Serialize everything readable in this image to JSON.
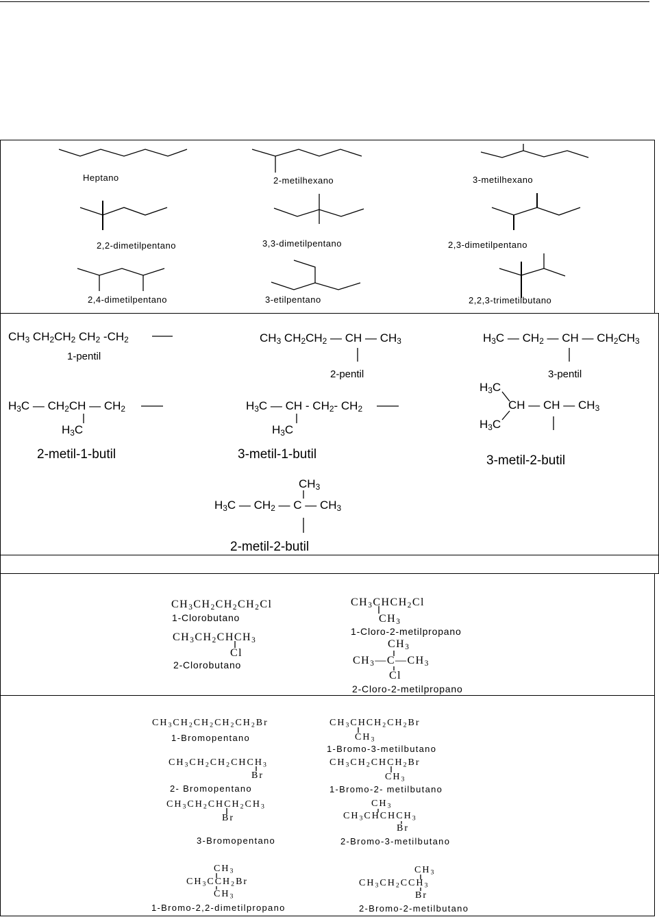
{
  "alkanes": [
    "Heptano",
    "2-metilhexano",
    "3-metilhexano",
    "2,2-dimetilpentano",
    "3,3-dimetilpentano",
    "2,3-dimetilpentano",
    "2,4-dimetilpentano",
    "3-etilpentano",
    "2,2,3-trimetilbutano"
  ],
  "pentyl": {
    "f1": "CH3 CH2CH2 CH2 -CH2",
    "l1": "1-pentil",
    "f2": "CH3 CH2CH2 — CH — CH3",
    "l2": "2-pentil",
    "f3": "H3C — CH2 — CH — CH2CH3",
    "l3": "3-pentil",
    "f4": "H3C — CH2CH — CH2",
    "f4b": "H3C",
    "l4": "2-metil-1-butil",
    "f5": "H3C — CH - CH2- CH2",
    "f5b": "H3C",
    "l5": "3-metil-1-butil",
    "f6a": "H3C",
    "f6": "CH — CH — CH3",
    "f6b": "H3C",
    "l6": "3-metil-2-butil",
    "f7a": "CH3",
    "f7": "H3C — CH2 — C — CH3",
    "l7": "2-metil-2-butil"
  },
  "chloro": {
    "f1": "CH3CH2CH2CH2Cl",
    "l1": "1-Clorobutano",
    "f2": "CH3CH2CHCH3",
    "f2b": "Cl",
    "l2": "2-Clorobutano",
    "f3": "CH3CHCH2Cl",
    "f3b": "CH3",
    "l3": "1-Cloro-2-metilpropano",
    "f4a": "CH3",
    "f4": "CH3—C—CH3",
    "f4b": "Cl",
    "l4": "2-Cloro-2-metilpropano"
  },
  "bromo": {
    "f1": "CH3CH2CH2CH2CH2Br",
    "l1": "1-Bromopentano",
    "f2": "CH3CHCH2CH2Br",
    "f2b": "CH3",
    "l2": "1-Bromo-3-metilbutano",
    "f3": "CH3CH2CH2CHCH3",
    "f3b": "Br",
    "l3": "2- Bromopentano",
    "f4": "CH3CH2CHCH2Br",
    "f4b": "CH3",
    "l4": "1-Bromo-2- metilbutano",
    "f5": "CH3CH2CHCH2CH3",
    "f5b": "Br",
    "l5": "3-Bromopentano",
    "f6a": "CH3",
    "f6": "CH3CHCHCH3",
    "f6b": "Br",
    "l6": "2-Bromo-3-metilbutano",
    "f7a": "CH3",
    "f7": "CH3CCH2Br",
    "f7b": "CH3",
    "l7": "1-Bromo-2,2-dimetilpropano",
    "f8a": "CH3",
    "f8": "CH3CH2CCH3",
    "f8b": "Br",
    "l8": "2-Bromo-2-metilbutano"
  }
}
